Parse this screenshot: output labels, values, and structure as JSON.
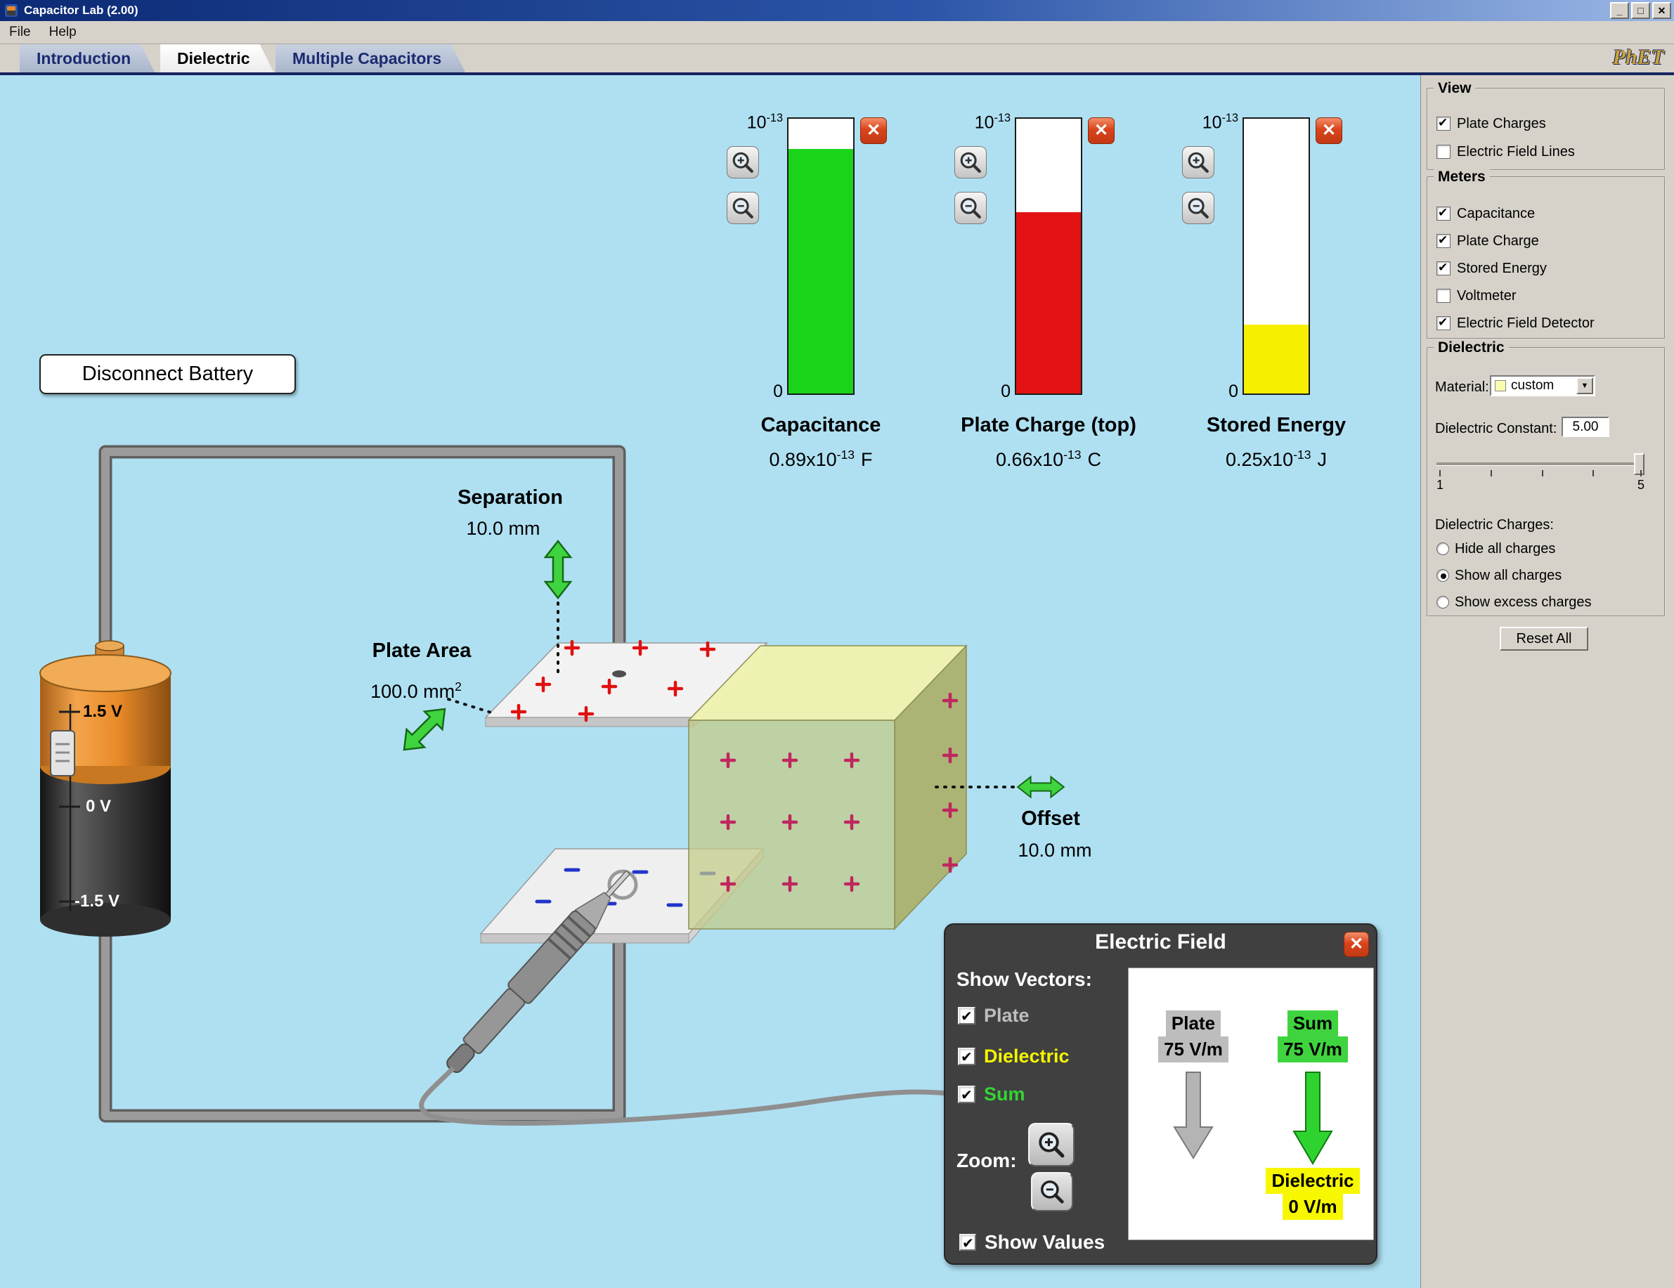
{
  "window": {
    "title": "Capacitor Lab (2.00)",
    "controls": {
      "minimize": "_",
      "maximize": "□",
      "close": "✕"
    }
  },
  "icons": {
    "close_x": "✕",
    "dropdown_arrow": "▼"
  },
  "menu": {
    "items": [
      {
        "label": "File"
      },
      {
        "label": "Help"
      }
    ]
  },
  "tabs": {
    "items": [
      {
        "label": "Introduction",
        "active": false
      },
      {
        "label": "Dielectric",
        "active": true
      },
      {
        "label": "Multiple Capacitors",
        "active": false
      }
    ],
    "logo": "PhET"
  },
  "meters": {
    "capacitance": {
      "title": "Capacitance",
      "scale_base": "10",
      "scale_exp": "-13",
      "zero_label": "0",
      "value_mantissa": "0.89x10",
      "value_exp": "-13",
      "unit": "F",
      "fill_percent": 89,
      "fill_color": "#1ad41a"
    },
    "plate_charge": {
      "title": "Plate Charge (top)",
      "scale_base": "10",
      "scale_exp": "-13",
      "zero_label": "0",
      "value_mantissa": "0.66x10",
      "value_exp": "-13",
      "unit": "C",
      "fill_percent": 66,
      "fill_color": "#e31212"
    },
    "stored_energy": {
      "title": "Stored Energy",
      "scale_base": "10",
      "scale_exp": "-13",
      "zero_label": "0",
      "value_mantissa": "0.25x10",
      "value_exp": "-13",
      "unit": "J",
      "fill_percent": 25,
      "fill_color": "#f7ef00"
    }
  },
  "sim": {
    "disconnect_button": "Disconnect Battery",
    "separation": {
      "label": "Separation",
      "value": "10.0 mm"
    },
    "plate_area": {
      "label": "Plate Area",
      "value": "100.0 mm",
      "value_exp": "2"
    },
    "offset": {
      "label": "Offset",
      "value": "10.0 mm"
    },
    "battery": {
      "top_label": "1.5 V",
      "mid_label": "0 V",
      "bottom_label": "-1.5 V"
    }
  },
  "efield_panel": {
    "title": "Electric Field",
    "show_vectors_label": "Show Vectors:",
    "vectors": [
      {
        "label": "Plate",
        "checked": true,
        "color": "#bdbdbd"
      },
      {
        "label": "Dielectric",
        "checked": true,
        "color": "#f5f500"
      },
      {
        "label": "Sum",
        "checked": true,
        "color": "#35d435"
      }
    ],
    "zoom_label": "Zoom:",
    "show_values": {
      "label": "Show Values",
      "checked": true
    },
    "readings": {
      "plate": {
        "label": "Plate",
        "value": "75 V/m",
        "bg": "#bdbdbd"
      },
      "sum": {
        "label": "Sum",
        "value": "75 V/m",
        "bg": "#3fd43f"
      },
      "dielectric": {
        "label": "Dielectric",
        "value": "0 V/m",
        "bg": "#f7f700"
      }
    }
  },
  "control": {
    "view": {
      "title": "View",
      "items": [
        {
          "label": "Plate Charges",
          "checked": true
        },
        {
          "label": "Electric Field Lines",
          "checked": false
        }
      ]
    },
    "meters": {
      "title": "Meters",
      "items": [
        {
          "label": "Capacitance",
          "checked": true
        },
        {
          "label": "Plate Charge",
          "checked": true
        },
        {
          "label": "Stored Energy",
          "checked": true
        },
        {
          "label": "Voltmeter",
          "checked": false
        },
        {
          "label": "Electric Field Detector",
          "checked": true
        }
      ]
    },
    "dielectric": {
      "title": "Dielectric",
      "material_label": "Material:",
      "material_value": "custom",
      "material_swatch_color": "#fbfbb0",
      "constant_label": "Dielectric Constant:",
      "constant_value": "5.00",
      "slider": {
        "min_label": "1",
        "max_label": "5"
      },
      "charges_label": "Dielectric Charges:",
      "charge_options": [
        {
          "label": "Hide all charges",
          "selected": false
        },
        {
          "label": "Show all charges",
          "selected": true
        },
        {
          "label": "Show excess charges",
          "selected": false
        }
      ]
    },
    "reset_button": "Reset All"
  }
}
